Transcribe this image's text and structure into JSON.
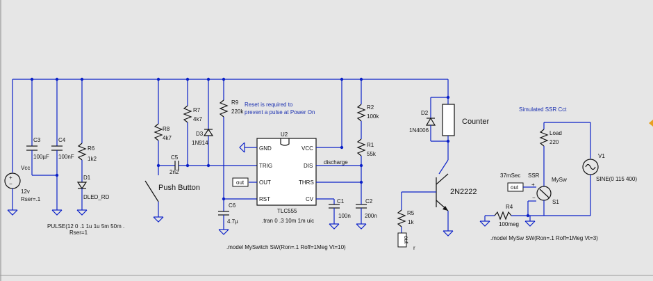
{
  "colors": {
    "background": "#e6e6e6",
    "wire": "#0a20c8",
    "component": "#111111",
    "note": "#1a2fb0",
    "label_bg": "#ffffff"
  },
  "vcc_source": {
    "name": "Vcc",
    "value": "12v",
    "rser": "Rser=.1"
  },
  "c3": {
    "name": "C3",
    "value": "100µF"
  },
  "c4": {
    "name": "C4",
    "value": "100nF"
  },
  "r6": {
    "name": "R6",
    "value": "1k2"
  },
  "d1": {
    "name": "D1",
    "value": "DLED_RD"
  },
  "pulse": {
    "line1": "PULSE(12 0 .1 1u 1u 5m 50m .",
    "line2": "Rser=1"
  },
  "r8": {
    "name": "R8",
    "value": "4k7"
  },
  "r7": {
    "name": "R7",
    "value": "4k7"
  },
  "d3": {
    "name": "D3",
    "value": "1N914"
  },
  "c5": {
    "name": "C5",
    "value": "2n2"
  },
  "push_button": {
    "label": "Push Button"
  },
  "r9": {
    "name": "R9",
    "value": "220k"
  },
  "reset_note": {
    "line1": "Reset is required to",
    "line2": "prevent a pulse at Power On"
  },
  "u2": {
    "name": "U2",
    "part": "TLC555",
    "pins": {
      "gnd": "GND",
      "vcc": "VCC",
      "trig": "TRIG",
      "dis": "DIS",
      "out": "OUT",
      "thrs": "THRS",
      "rst": "RST",
      "cv": "CV"
    }
  },
  "out_label": "out",
  "c6": {
    "name": "C6",
    "value": "4.7µ"
  },
  "discharge_label": "discharge",
  "r2": {
    "name": "R2",
    "value": "100k"
  },
  "r1": {
    "name": "R1",
    "value": "55k"
  },
  "c1": {
    "name": "C1",
    "value": "100n"
  },
  "c2": {
    "name": "C2",
    "value": "200n"
  },
  "tran_directive": ".tran 0 .3 10m 1m uic",
  "model_myswitch": ".model MySwitch  SW(Ron=.1 Roff=1Meg Vt=10)",
  "d2": {
    "name": "D2",
    "value": "1N4006"
  },
  "counter": {
    "label": "Counter"
  },
  "q1": {
    "value": "2N2222"
  },
  "r5": {
    "name": "R5",
    "value": "1k"
  },
  "r5_tag": "out",
  "r_mark": "r",
  "ssr": {
    "title": "Simulated SSR Cct",
    "load_name": "Load",
    "load_value": "220",
    "v1_name": "V1",
    "v1_value": "SINE(0 115 400)",
    "delay": "37mSec",
    "ssr_label": "SSR",
    "switch_model": "MySw",
    "out_label": "out",
    "r4_name": "R4",
    "r4_value": "100meg",
    "s1_name": "S1",
    "model": ".model MySw  SW(Ron=.1 Roff=1Meg Vt=3)"
  }
}
